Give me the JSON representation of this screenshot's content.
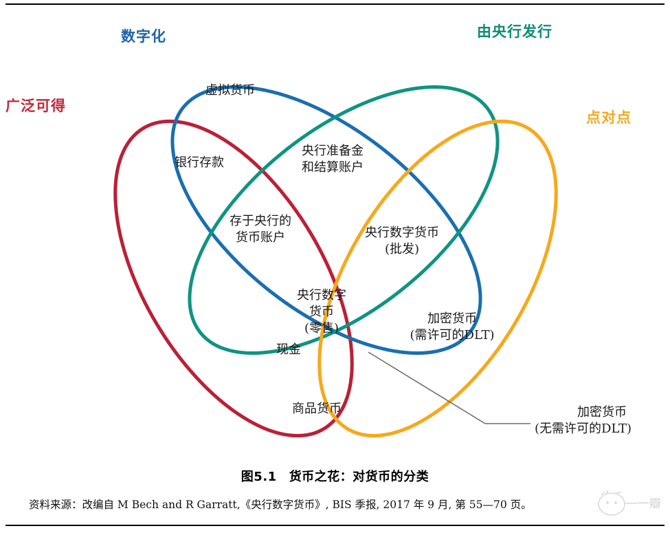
{
  "figure": {
    "caption_number": "图5.1",
    "caption_title": "货币之花：对货币的分类"
  },
  "corner_labels": [
    {
      "id": "digital",
      "text": "数字化",
      "color": "#1f63a8"
    },
    {
      "id": "cb-issued",
      "text": "由央行发行",
      "color": "#0e8b75"
    },
    {
      "id": "widely-accessible",
      "text": "广泛可得",
      "color": "#c0283b"
    },
    {
      "id": "peer-to-peer",
      "text": "点对点",
      "color": "#f2a922"
    }
  ],
  "ellipses": [
    {
      "id": "widely-accessible",
      "color": "#bb2036",
      "stroke": 5
    },
    {
      "id": "digital",
      "color": "#1a6faf",
      "stroke": 5
    },
    {
      "id": "cb-issued",
      "color": "#0f9481",
      "stroke": 5
    },
    {
      "id": "peer-to-peer",
      "color": "#f7a81b",
      "stroke": 5
    }
  ],
  "regions": [
    {
      "id": "virtual-currency",
      "lines": [
        "虚拟货币"
      ]
    },
    {
      "id": "bank-deposits",
      "lines": [
        "银行存款"
      ]
    },
    {
      "id": "cb-reserves",
      "lines": [
        "央行准备金",
        "和结算账户"
      ]
    },
    {
      "id": "cb-money-accounts",
      "lines": [
        "存于央行的",
        "货币账户"
      ]
    },
    {
      "id": "cbdc-wholesale",
      "lines": [
        "央行数字货币",
        "(批发)"
      ]
    },
    {
      "id": "cbdc-retail",
      "lines": [
        "央行数字",
        "货币",
        "(零售)"
      ]
    },
    {
      "id": "cash",
      "lines": [
        "现金"
      ]
    },
    {
      "id": "crypto-permissioned",
      "lines": [
        "加密货币",
        "(需许可的DLT)"
      ]
    },
    {
      "id": "commodity-money",
      "lines": [
        "商品货币"
      ]
    },
    {
      "id": "crypto-permissionless",
      "lines": [
        "加密货币",
        "(无需许可的DLT)"
      ]
    }
  ],
  "source": {
    "text": "资料来源：改编自 M Bech and R Garratt,《央行数字货币》, BIS 季报, 2017 年 9 月, 第 55—70 页。"
  },
  "watermark": {
    "text": "一瓣"
  },
  "chart_data": {
    "type": "venn",
    "title": "货币之花：对货币的分类",
    "set_count": 4,
    "sets": [
      {
        "name": "数字化",
        "color": "#1a6faf"
      },
      {
        "name": "由央行发行",
        "color": "#0f9481"
      },
      {
        "name": "广泛可得",
        "color": "#bb2036"
      },
      {
        "name": "点对点",
        "color": "#f7a81b"
      }
    ],
    "regions": [
      {
        "label": "虚拟货币",
        "members": [
          "数字化"
        ]
      },
      {
        "label": "银行存款",
        "members": [
          "数字化",
          "广泛可得"
        ]
      },
      {
        "label": "央行准备金和结算账户",
        "members": [
          "数字化",
          "由央行发行"
        ]
      },
      {
        "label": "存于央行的货币账户",
        "members": [
          "数字化",
          "由央行发行",
          "广泛可得"
        ]
      },
      {
        "label": "央行数字货币(批发)",
        "members": [
          "数字化",
          "由央行发行",
          "点对点"
        ]
      },
      {
        "label": "央行数字货币(零售)",
        "members": [
          "数字化",
          "由央行发行",
          "广泛可得",
          "点对点"
        ]
      },
      {
        "label": "现金",
        "members": [
          "由央行发行",
          "广泛可得",
          "点对点"
        ]
      },
      {
        "label": "加密货币(需许可的DLT)",
        "members": [
          "数字化",
          "点对点"
        ]
      },
      {
        "label": "商品货币",
        "members": [
          "广泛可得",
          "点对点"
        ]
      },
      {
        "label": "加密货币(无需许可的DLT)",
        "members": [
          "数字化",
          "广泛可得",
          "点对点"
        ]
      }
    ]
  }
}
